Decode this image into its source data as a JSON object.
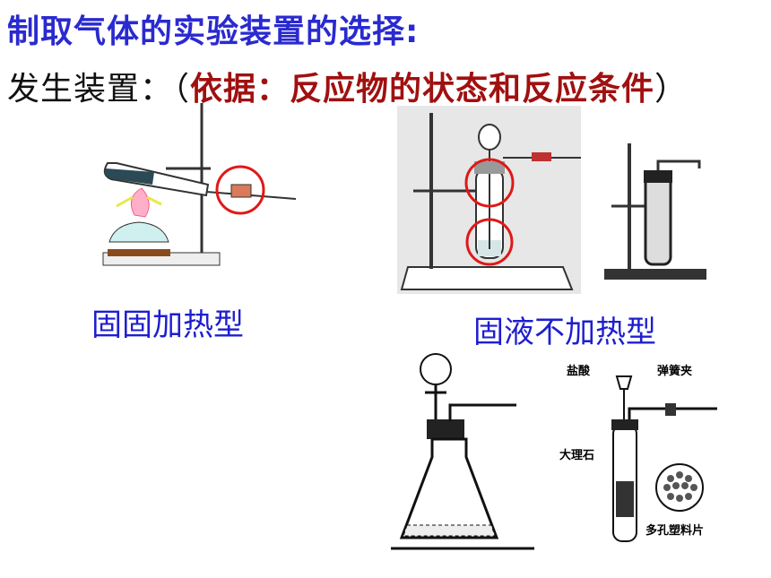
{
  "header": {
    "title": "制取气体的实验装置的选择:",
    "subtitle_prefix": "发生装置：",
    "paren_open": "（",
    "basis": "依据：反应物的状态和反应条件",
    "paren_close": "）"
  },
  "captions": {
    "solid_heating": "固固加热型",
    "solid_liquid": "固液不加热型"
  },
  "labels": {
    "hydrochloric_acid": "盐酸",
    "spring_clip": "弹簧夹",
    "marble": "大理石",
    "porous_plate": "多孔塑料片"
  },
  "colors": {
    "title_blue": "#2a2ad0",
    "basis_red": "#a01010",
    "caption_blue": "#1e1ecf",
    "highlight_circle": "#e01818"
  }
}
